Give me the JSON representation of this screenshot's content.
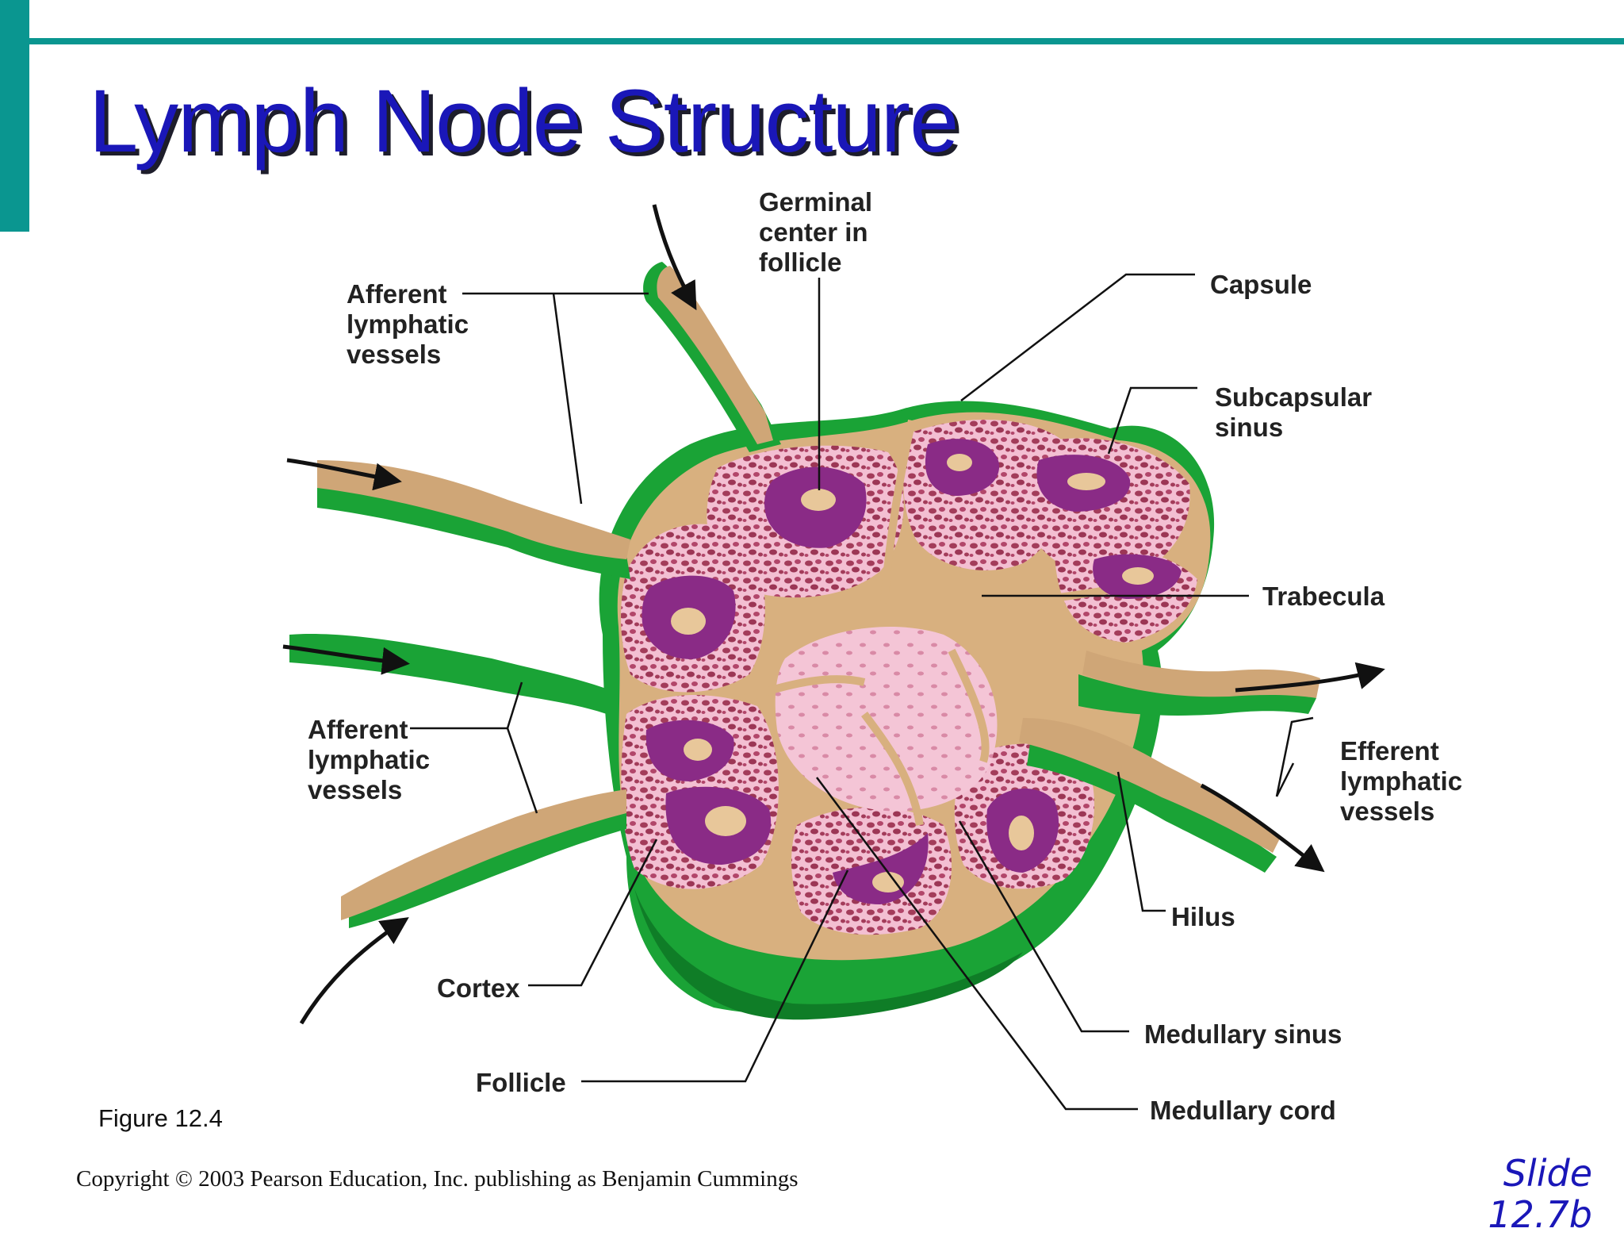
{
  "slide": {
    "title": "Lymph Node Structure",
    "figure_label": "Figure 12.4",
    "copyright": "Copyright © 2003 Pearson Education, Inc. publishing as Benjamin Cummings",
    "slide_number_line1": "Slide",
    "slide_number_line2": "12.7b",
    "accent_color": "#0a9690",
    "title_color": "#1a17b8"
  },
  "diagram": {
    "labels": {
      "afferent_top_1": "Afferent",
      "afferent_top_2": "lymphatic",
      "afferent_top_3": "vessels",
      "germinal_1": "Germinal",
      "germinal_2": "center in",
      "germinal_3": "follicle",
      "capsule": "Capsule",
      "subcapsular_1": "Subcapsular",
      "subcapsular_2": "sinus",
      "trabecula": "Trabecula",
      "afferent_bottom_1": "Afferent",
      "afferent_bottom_2": "lymphatic",
      "afferent_bottom_3": "vessels",
      "efferent_1": "Efferent",
      "efferent_2": "lymphatic",
      "efferent_3": "vessels",
      "hilus": "Hilus",
      "cortex": "Cortex",
      "follicle": "Follicle",
      "medullary_sinus": "Medullary sinus",
      "medullary_cord": "Medullary cord"
    },
    "colors": {
      "capsule_green": "#1aa336",
      "vessel_tan": "#cfa677",
      "tissue_pink": "#f1b6cc",
      "follicle_purple": "#8a2b86",
      "cord_red": "#a03a57"
    }
  }
}
